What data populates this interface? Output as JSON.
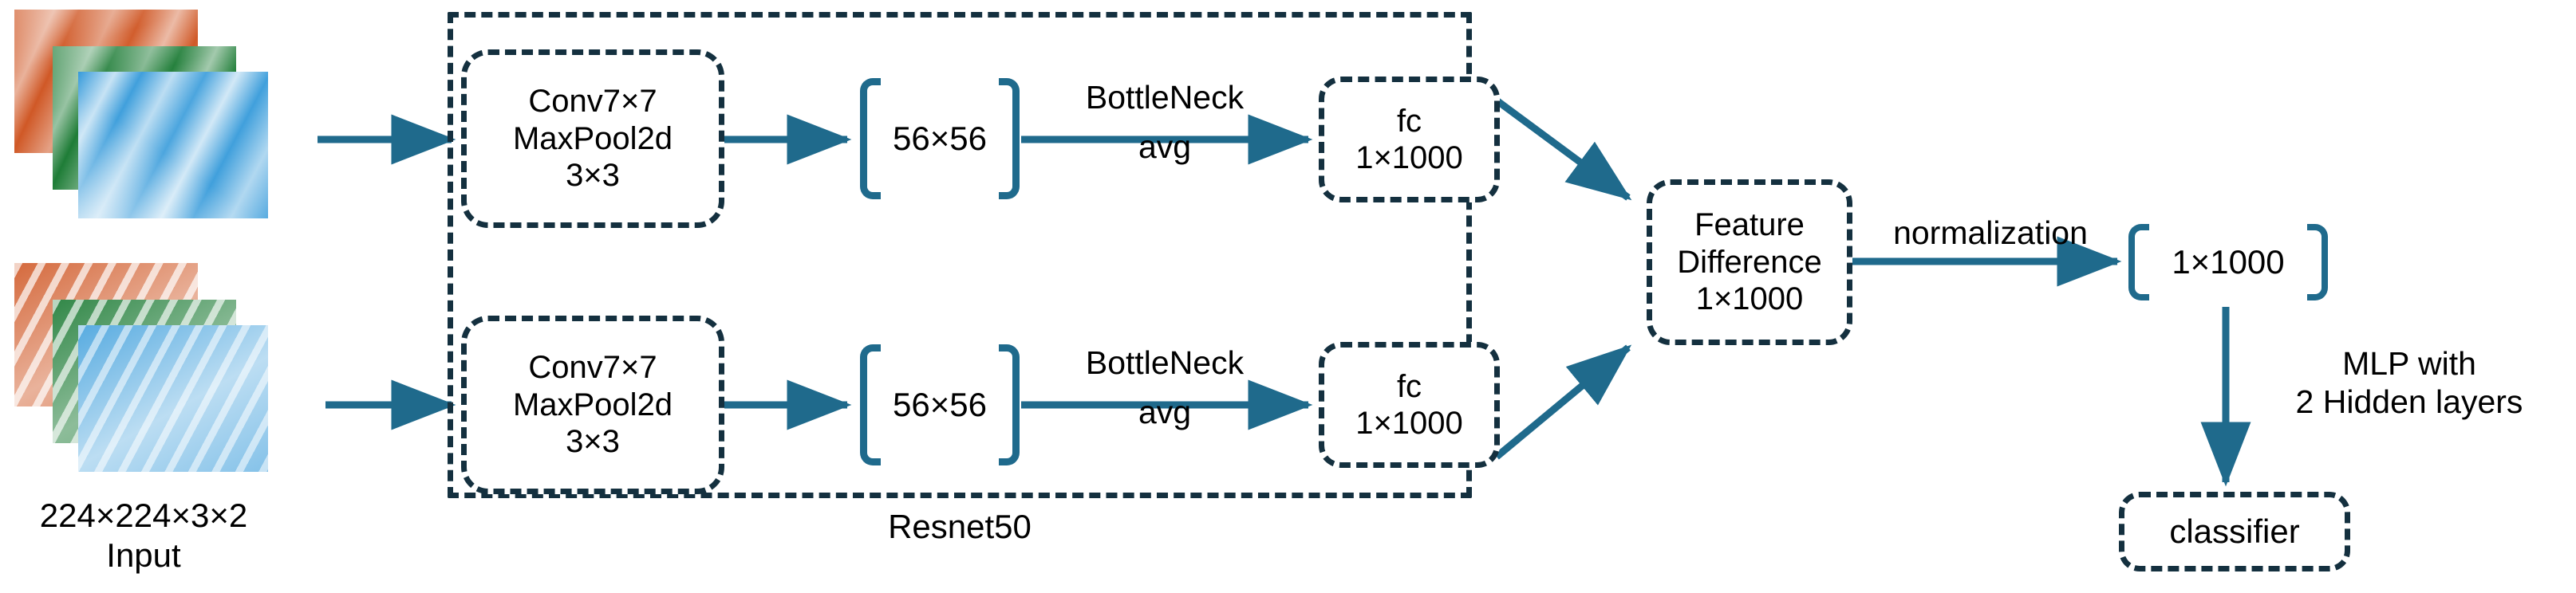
{
  "diagram": {
    "title": "Siamese Resnet50 change-detection network diagram",
    "group_label": "Resnet50",
    "colors": {
      "arrow": "#1f6a8c",
      "box_border": "#14303f",
      "bracket": "#1f6a8c",
      "text": "#000000",
      "band_red": "#cf5522",
      "band_green": "#1a7a33",
      "band_blue": "#1f8fd6"
    }
  },
  "input": {
    "caption_line1": "224×224×3×2",
    "caption_line2": "Input",
    "stack_top": [
      "band-red",
      "band-green",
      "band-blue"
    ],
    "stack_bottom": [
      "band-red",
      "band-green",
      "band-blue"
    ]
  },
  "branches": [
    {
      "id": "top",
      "conv": {
        "l1": "Conv7×7",
        "l2": "MaxPool2d",
        "l3": "3×3"
      },
      "feature_map": "56×56",
      "edge_label": {
        "l1": "BottleNeck",
        "l2": "avg"
      },
      "fc": {
        "l1": "fc",
        "l2": "1×1000"
      }
    },
    {
      "id": "bottom",
      "conv": {
        "l1": "Conv7×7",
        "l2": "MaxPool2d",
        "l3": "3×3"
      },
      "feature_map": "56×56",
      "edge_label": {
        "l1": "BottleNeck",
        "l2": "avg"
      },
      "fc": {
        "l1": "fc",
        "l2": "1×1000"
      }
    }
  ],
  "merge": {
    "l1": "Feature",
    "l2": "Difference",
    "l3": "1×1000"
  },
  "normalization_label": "normalization",
  "normalized_vector": "1×1000",
  "mlp_label": {
    "l1": "MLP with",
    "l2": "2 Hidden layers"
  },
  "classifier_label": "classifier"
}
